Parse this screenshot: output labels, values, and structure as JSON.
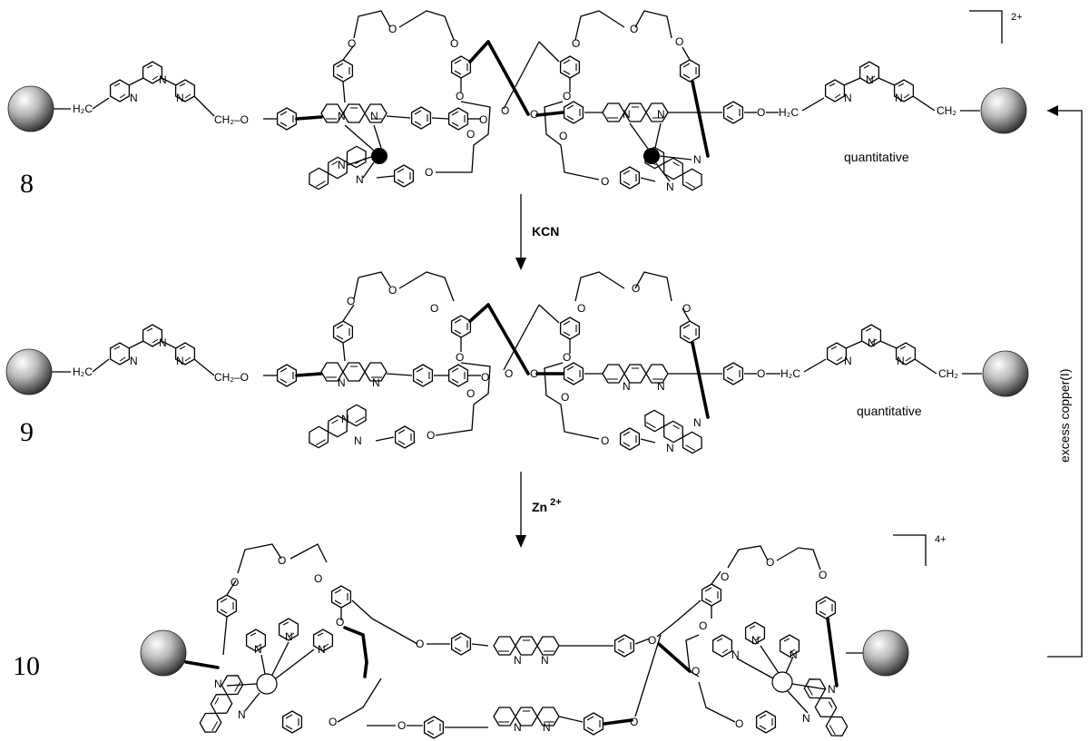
{
  "compounds": [
    {
      "number": "8",
      "charge": "2+",
      "yield_note": "quantitative"
    },
    {
      "number": "9",
      "yield_note": "quantitative"
    },
    {
      "number": "10",
      "charge": "4+"
    }
  ],
  "reagents": {
    "step1": "KCN",
    "step2_base": "Zn",
    "step2_sup": "2+",
    "recycle": "excess  copper(I)"
  },
  "atoms": {
    "N": "N",
    "O": "O",
    "CH2": "CH₂",
    "H2C": "H₂C",
    "CH2O": "CH₂–O"
  },
  "icons": {
    "solid_support": "sphere-icon",
    "metal_copper": "filled-circle",
    "metal_zinc": "open-circle"
  }
}
